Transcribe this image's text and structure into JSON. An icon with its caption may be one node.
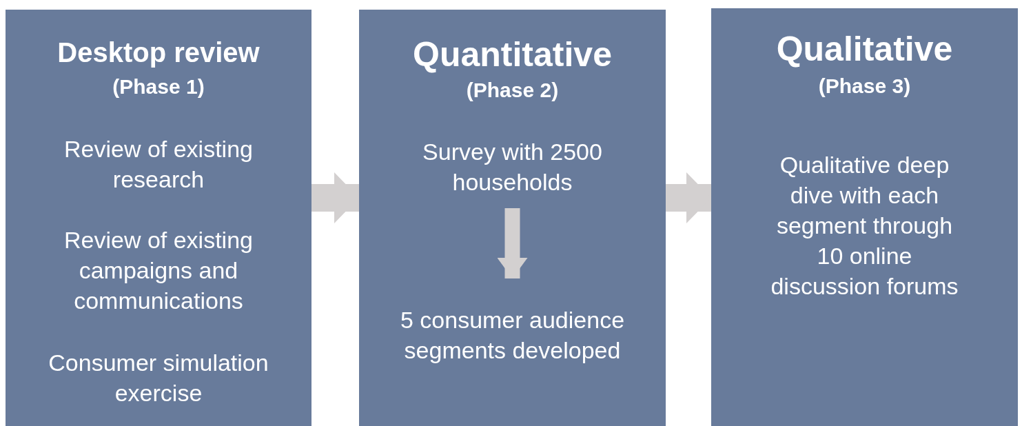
{
  "diagram": {
    "nodes": [
      {
        "text": [
          "Desktop review",
          "(Phase 1)",
          "Review of existing research",
          "Review of existing campaigns and communications",
          "Consumer simulation exercise"
        ]
      },
      {
        "text": [
          "Quantitative",
          "(Phase 2)"
        ]
      },
      {
        "text": [
          "Survey with 2500 households"
        ],
        "in": 1
      },
      {
        "text": [
          "5 consumer audience segments developed"
        ],
        "in": 1
      },
      {
        "text": [
          "Qualitative",
          "(Phase 3)",
          "Qualitative deep dive with each segment through 10 online discussion forums"
        ]
      }
    ],
    "edges": [
      {
        "from": 0,
        "to": 1,
        "arrow": "to"
      },
      {
        "from": 1,
        "to": 4,
        "arrow": "to"
      },
      {
        "from": 2,
        "to": 3,
        "arrow": "to"
      }
    ]
  }
}
